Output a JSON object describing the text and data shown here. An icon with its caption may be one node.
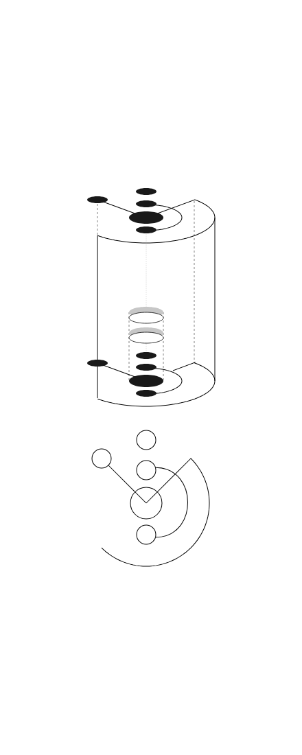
{
  "diagram": {
    "nodes": [
      {
        "text": [],
        "shape": "circle"
      },
      {
        "text": [],
        "shape": "circle"
      },
      {
        "text": [],
        "shape": "circle"
      },
      {
        "text": [],
        "shape": "circle"
      },
      {
        "text": [],
        "shape": "circle"
      }
    ],
    "edges": [
      {
        "from": 1,
        "to": 3,
        "arrow": "none"
      },
      {
        "from": 2,
        "to": 4,
        "arrow": "none"
      }
    ]
  }
}
